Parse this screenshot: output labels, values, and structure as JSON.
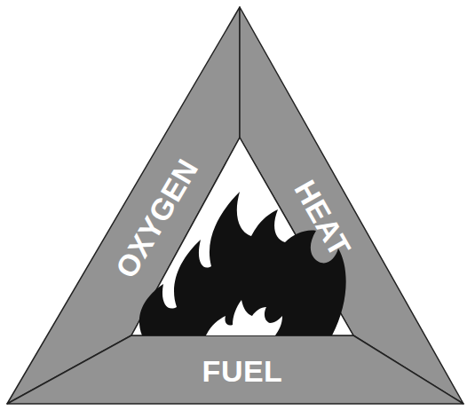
{
  "diagram": {
    "nodes": [
      {
        "text": [
          "OXYGEN"
        ]
      },
      {
        "text": [
          "HEAT"
        ]
      },
      {
        "text": [
          "FUEL"
        ]
      }
    ]
  }
}
